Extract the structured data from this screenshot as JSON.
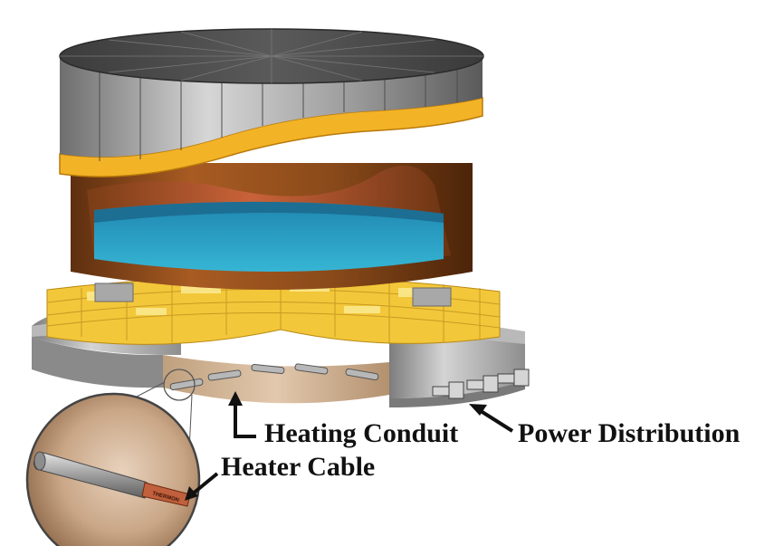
{
  "labels": {
    "heating_conduit": "Heating Conduit",
    "power_distribution": "Power Distribution",
    "heater_cable": "Heater Cable",
    "cable_stamp": "THERMON"
  },
  "colors": {
    "roof_gray": "#8c8c8c",
    "roof_dark": "#4a4a4a",
    "insulation_band": "#f3b326",
    "shell_brown": "#8a4a1a",
    "liquid_blue": "#2aa3c6",
    "insulation_blocks": "#f7d45a",
    "foundation_gray": "#a6a6a6",
    "slab_tan": "#c7a582",
    "cable_copper": "#c1603c"
  },
  "icons": {
    "conduit_arrow": "arrow-up-icon",
    "power_arrow": "arrow-up-left-icon",
    "cable_arrow": "arrow-down-left-icon"
  }
}
